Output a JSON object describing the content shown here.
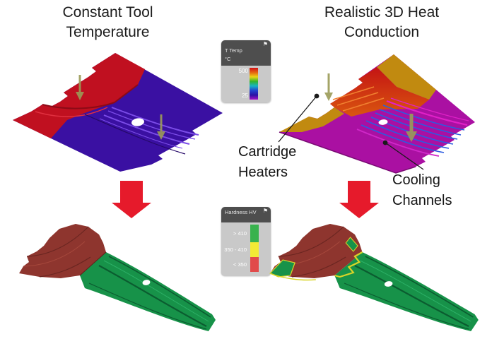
{
  "figure": {
    "background": "#ffffff",
    "titles": {
      "left": {
        "line1": "Constant Tool",
        "line2": "Temperature"
      },
      "right": {
        "line1": "Realistic 3D Heat",
        "line2": "Conduction"
      }
    },
    "annotations": {
      "cartridge_heaters": {
        "line1": "Cartridge",
        "line2": "Heaters"
      },
      "cooling_channels": {
        "line1": "Cooling",
        "line2": "Channels"
      }
    },
    "legends": {
      "temperature": {
        "title": "T Temp",
        "unit": "°C",
        "max_label": "500",
        "min_label": "25",
        "colorbar": [
          "#d31016",
          "#e46112",
          "#ead514",
          "#35b52c",
          "#17b4c4",
          "#2244cf",
          "#2a11a4",
          "#a712c4"
        ]
      },
      "hardness": {
        "title": "Hardness HV",
        "bands": [
          {
            "label": "> 410",
            "color": "#38b24d"
          },
          {
            "label": "350 - 410",
            "color": "#f2ea35"
          },
          {
            "label": "< 350",
            "color": "#e14a4a"
          }
        ]
      }
    },
    "colors": {
      "background": "#ffffff",
      "tool_cold": "#3a10a2",
      "tool_cold_line": "#7b4ce8",
      "tool_hot": "#c01020",
      "tool_gold": "#c18a10",
      "tool_magenta": "#aa10a2",
      "cooling_line": "#2c5ce0",
      "heater_line": "#f08030",
      "pink_line": "#e020c8",
      "part_hard": "#179249",
      "part_soft": "#8e352e",
      "transition_yellow": "#d8d428",
      "arrow_red": "#e61a2b",
      "arrow_olive": "#9b9b57",
      "callout": "#1a1a1a"
    }
  }
}
